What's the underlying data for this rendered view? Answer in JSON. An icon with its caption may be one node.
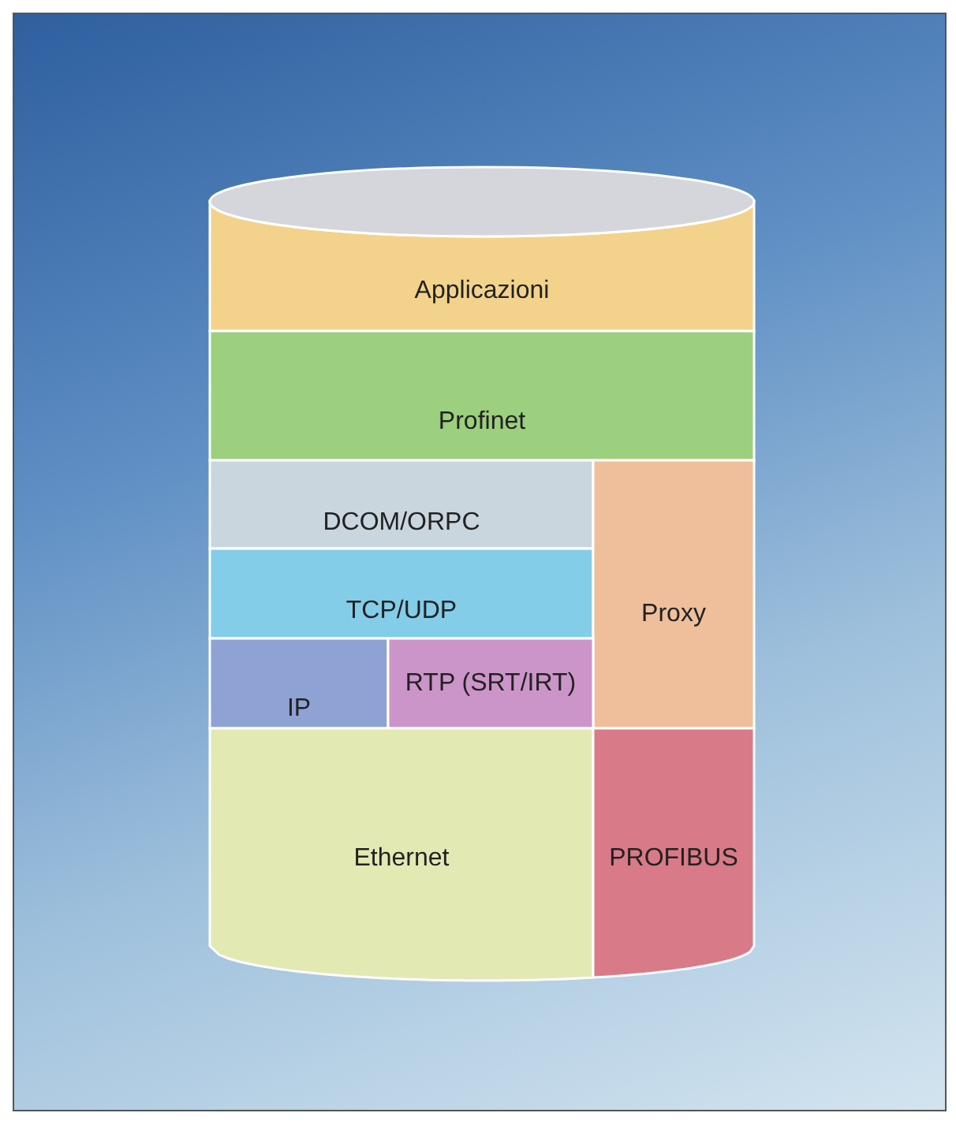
{
  "diagram": {
    "nodes": [
      {
        "text": [
          "Applicazioni"
        ]
      },
      {
        "text": [
          "Profinet"
        ]
      },
      {
        "text": [
          "DCOM/ORPC"
        ]
      },
      {
        "text": [
          "TCP/UDP"
        ]
      },
      {
        "text": [
          "Proxy"
        ]
      },
      {
        "text": [
          "IP"
        ]
      },
      {
        "text": [
          "RTP (SRT/IRT)"
        ]
      },
      {
        "text": [
          "Ethernet"
        ]
      },
      {
        "text": [
          "PROFIBUS"
        ]
      }
    ]
  }
}
